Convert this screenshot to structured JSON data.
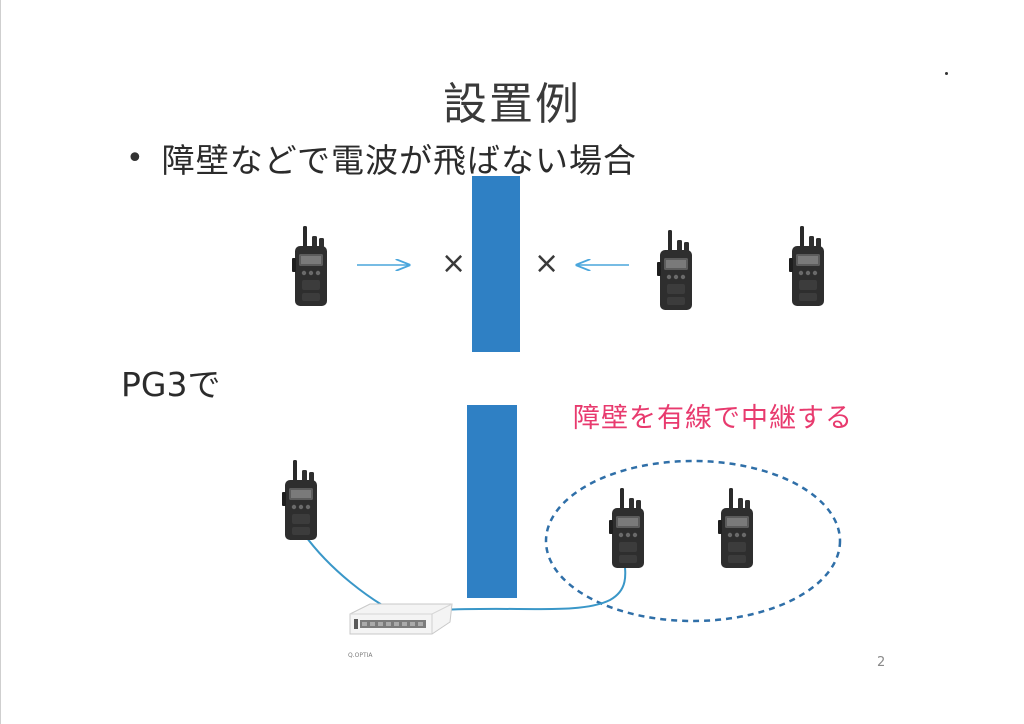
{
  "slide": {
    "title": "設置例",
    "bullet": "障壁などで電波が飛ばない場合",
    "pg3_label": "PG3で",
    "relay_annotation": "障壁を有線で中継する",
    "cross_symbol": "×",
    "page_number": "2",
    "router_brand": "Q.OPTIA"
  },
  "colors": {
    "wall": "#2f80c4",
    "arrow": "#4aa6dc",
    "cable": "#3a97c8",
    "relay_text": "#e83a6e",
    "dashed_ellipse": "#2f6fa8"
  },
  "icons": {
    "radio": "walkie-talkie-icon",
    "router": "network-switch-icon",
    "arrow": "arrow-right-icon",
    "cross": "blocked-cross-icon"
  }
}
